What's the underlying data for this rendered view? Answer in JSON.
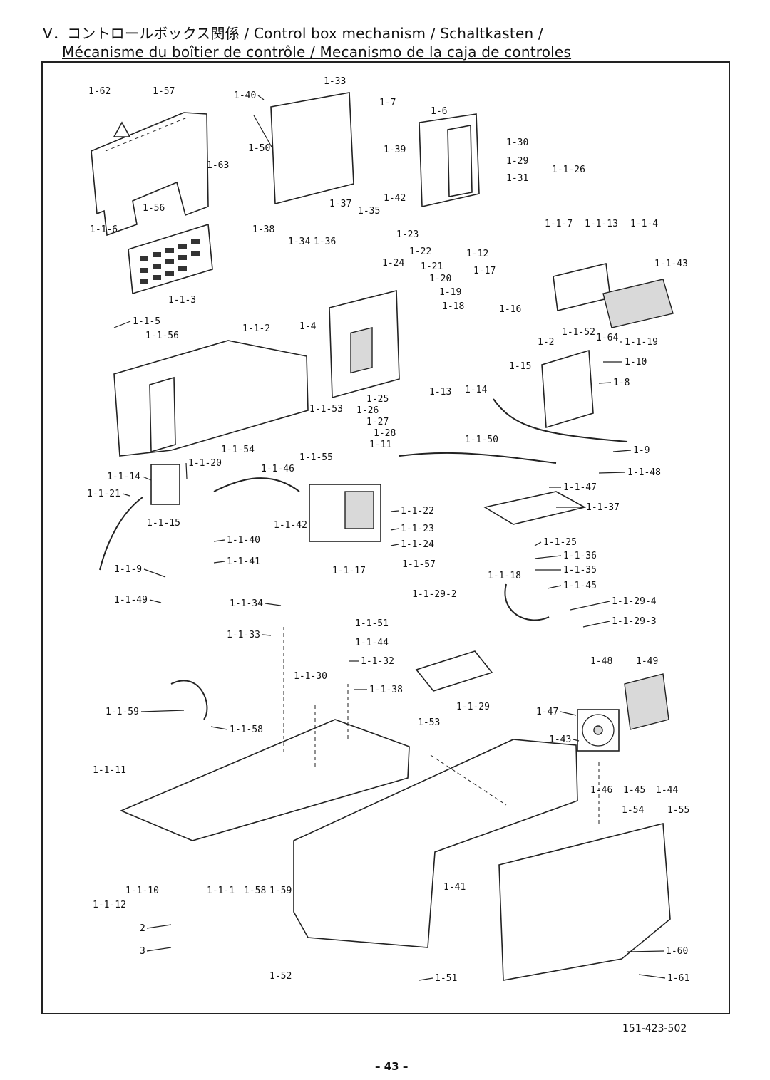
{
  "header": {
    "title_line1": "V．コントロールボックス関係 / Control box mechanism / Schaltkasten /",
    "title_line2": "Mécanisme du boîtier de contrôle / Mecanismo de la caja de controles"
  },
  "footer": {
    "drawing_number": "151-423-502",
    "page_number": "– 43 –"
  },
  "callouts": [
    "1-62",
    "1-57",
    "1-40",
    "1-33",
    "1-7",
    "1-6",
    "1-30",
    "1-29",
    "1-31",
    "1-50",
    "1-39",
    "1-63",
    "1-1-26",
    "1-42",
    "1-56",
    "1-37",
    "1-35",
    "1-38",
    "1-34",
    "1-36",
    "1-1-6",
    "1-1-7",
    "1-1-13",
    "1-1-4",
    "1-23",
    "1-22",
    "1-12",
    "1-24",
    "1-21",
    "1-17",
    "1-20",
    "1-1-43",
    "1-19",
    "1-18",
    "1-1-3",
    "1-16",
    "1-1-5",
    "1-1-52",
    "1-64",
    "1-1-56",
    "1-1-2",
    "1-4",
    "1-2",
    "1-1-19",
    "1-15",
    "1-10",
    "1-8",
    "1-25",
    "1-13",
    "1-14",
    "1-1-53",
    "1-26",
    "1-27",
    "1-28",
    "1-1-54",
    "1-1-55",
    "1-11",
    "1-1-50",
    "1-9",
    "1-1-46",
    "1-1-20",
    "1-1-48",
    "1-1-14",
    "1-1-47",
    "1-1-21",
    "1-1-22",
    "1-1-37",
    "1-1-42",
    "1-1-15",
    "1-1-23",
    "1-1-40",
    "1-1-24",
    "1-1-25",
    "1-1-41",
    "1-1-36",
    "1-1-9",
    "1-1-17",
    "1-1-57",
    "1-1-35",
    "1-1-18",
    "1-1-49",
    "1-1-45",
    "1-1-34",
    "1-1-29-2",
    "1-1-29-4",
    "1-1-51",
    "1-1-29-3",
    "1-1-33",
    "1-1-44",
    "1-1-32",
    "1-48",
    "1-49",
    "1-1-30",
    "1-1-38",
    "1-1-29",
    "1-47",
    "1-1-59",
    "1-53",
    "1-43",
    "1-1-58",
    "1-1-11",
    "1-46",
    "1-45",
    "1-44",
    "1-54",
    "1-55",
    "1-1-10",
    "1-1-1",
    "1-58",
    "1-59",
    "1-41",
    "1-1-12",
    "2",
    "3",
    "1-60",
    "1-52",
    "1-61",
    "1-51"
  ]
}
